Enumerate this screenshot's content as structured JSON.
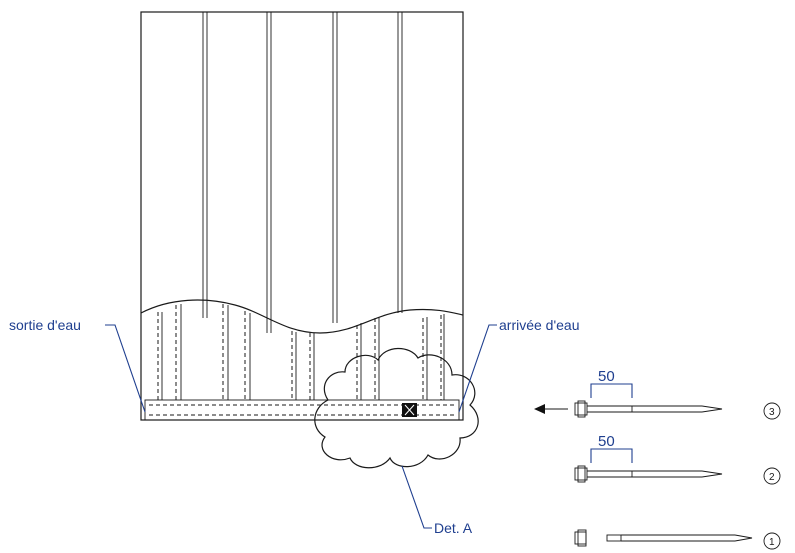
{
  "labels": {
    "outlet": "sortie d'eau",
    "inlet": "arrivée d'eau",
    "detail": "Det. A"
  },
  "dimensions": {
    "top_rod": "50",
    "middle_rod": "50"
  },
  "callouts": {
    "rod_3": "3",
    "rod_2": "2",
    "rod_1": "1"
  },
  "colors": {
    "annotation": "#1f3f8f",
    "line": "#1a1a1a"
  }
}
